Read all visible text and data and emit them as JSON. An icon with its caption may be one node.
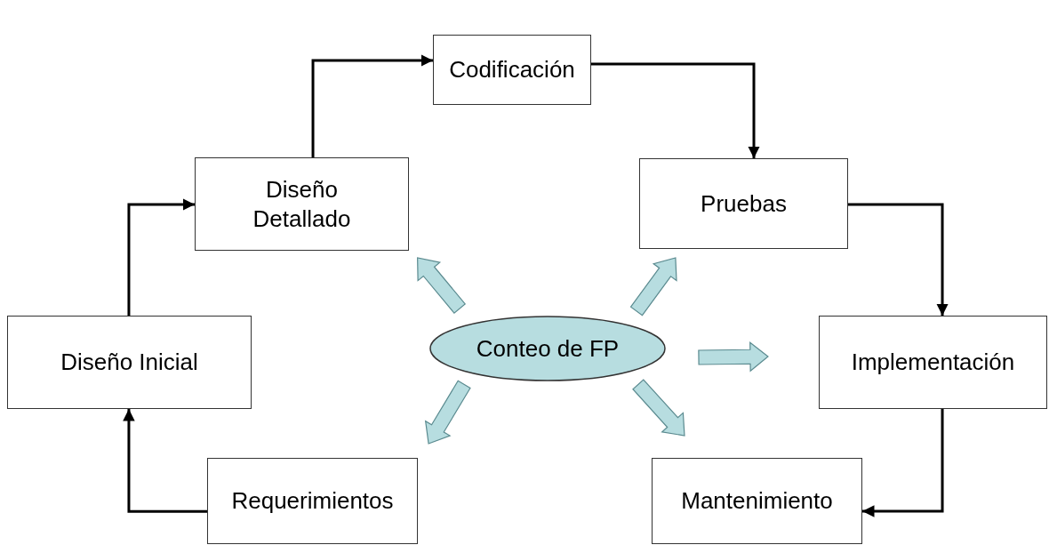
{
  "diagram": {
    "nodes": [
      {
        "text": [
          "Codificación"
        ]
      },
      {
        "text": [
          "Diseño Detallado"
        ]
      },
      {
        "text": [
          "Pruebas"
        ]
      },
      {
        "text": [
          "Diseño Inicial"
        ]
      },
      {
        "text": [
          "Conteo de FP"
        ]
      },
      {
        "text": [
          "Implementación"
        ]
      },
      {
        "text": [
          "Requerimientos"
        ]
      },
      {
        "text": [
          "Mantenimiento"
        ]
      }
    ],
    "edges": [
      {
        "from": 6,
        "to": 3,
        "arrow": "to"
      },
      {
        "from": 3,
        "to": 1,
        "arrow": "to"
      },
      {
        "from": 1,
        "to": 0,
        "arrow": "to"
      },
      {
        "from": 0,
        "to": 2,
        "arrow": "to"
      },
      {
        "from": 2,
        "to": 5,
        "arrow": "to"
      },
      {
        "from": 5,
        "to": 7,
        "arrow": "to"
      },
      {
        "from": 4,
        "to": 1,
        "arrow": "to",
        "style": "thick",
        "color": "#b7dde0"
      },
      {
        "from": 4,
        "to": 2,
        "arrow": "to",
        "style": "thick",
        "color": "#b7dde0"
      },
      {
        "from": 4,
        "to": 5,
        "arrow": "to",
        "style": "thick",
        "color": "#b7dde0"
      },
      {
        "from": 4,
        "to": 7,
        "arrow": "to",
        "style": "thick",
        "color": "#b7dde0"
      },
      {
        "from": 4,
        "to": 6,
        "arrow": "to",
        "style": "thick",
        "color": "#b7dde0"
      }
    ]
  }
}
